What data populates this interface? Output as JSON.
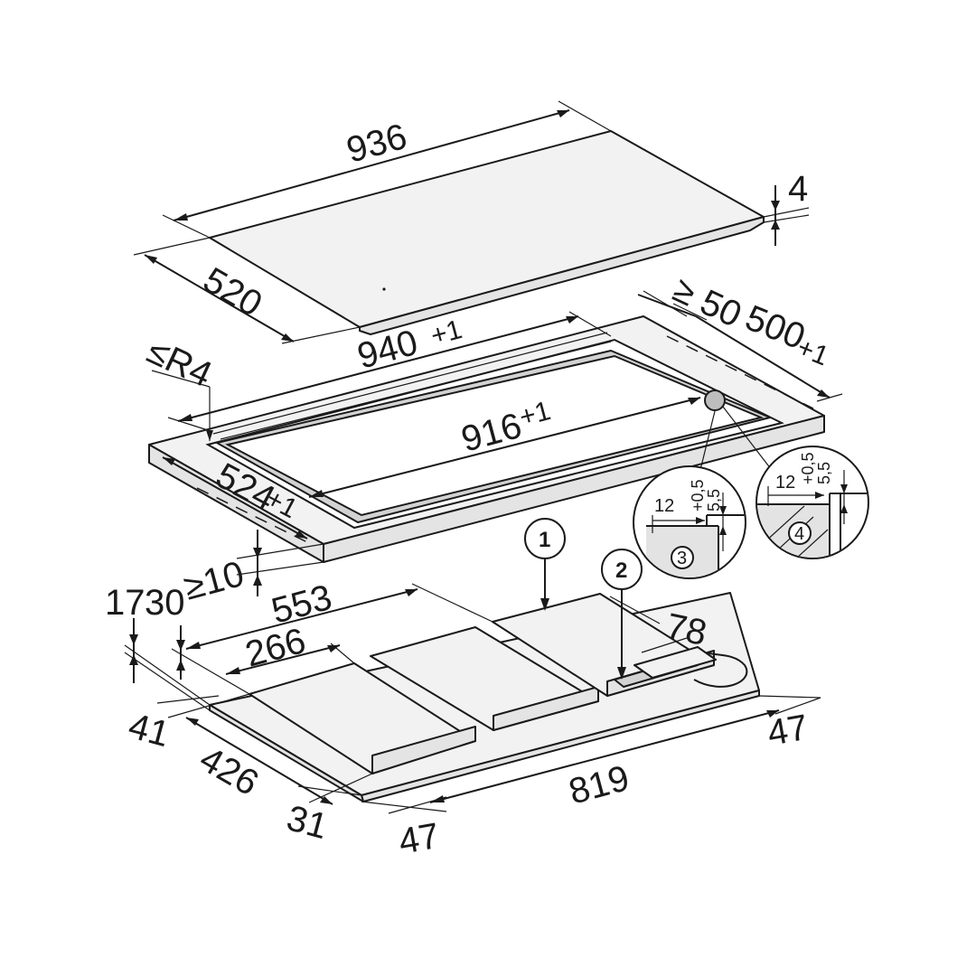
{
  "dimensions": {
    "hob_width": "936",
    "hob_depth": "520",
    "hob_thickness": "4",
    "cutout_outer_width": "940",
    "cutout_outer_width_tol": "+1",
    "cutout_outer_depth": "500",
    "cutout_outer_depth_tol": "+1",
    "cutout_rear_clearance": "≥ 50",
    "corner_radius": "≤R4",
    "cutout_inner_width": "916",
    "cutout_inner_width_tol": "+1",
    "cutout_inner_depth": "524",
    "cutout_inner_depth_tol": "+1",
    "front_clearance": "≥10",
    "unit_width": "553",
    "zone_width": "266",
    "box_height": "78",
    "left_offset_17": "17",
    "left_offset_30": "30",
    "left_margin_41": "41",
    "unit_depth": "426",
    "front_offset": "31",
    "bottom_margin_47a": "47",
    "unit_length": "819",
    "right_margin_47b": "47"
  },
  "details": {
    "detail3": {
      "width": "12",
      "tol": "+0,5",
      "height": "5,5",
      "label": "3"
    },
    "detail4": {
      "width": "12",
      "tol": "+0,5",
      "height": "5,5",
      "label": "4"
    }
  },
  "callouts": {
    "c1": "1",
    "c2": "2"
  }
}
